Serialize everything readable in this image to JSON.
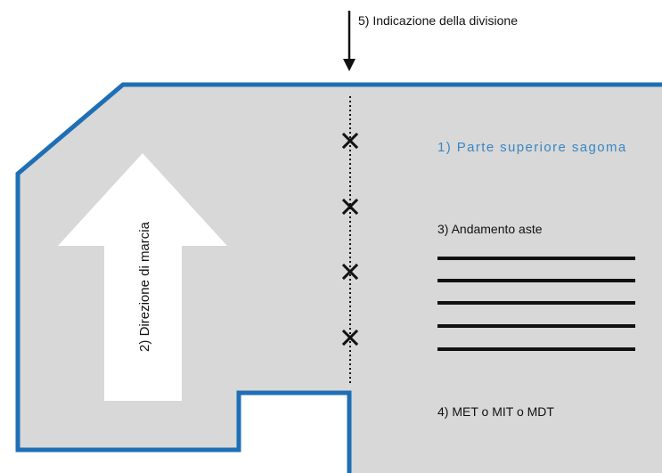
{
  "colors": {
    "panel_fill": "#d8d8d8",
    "outline_blue": "#1e6fb5",
    "label_blue": "#3a86c6",
    "arrow_fill": "#ffffff",
    "ink": "#111111"
  },
  "labels": {
    "division": "5) Indicazione della divisione",
    "upper_part": "1) Parte superiore sagoma",
    "direction": "2) Direzione di marcia",
    "bars": "3) Andamento aste",
    "met": "4) MET o MIT o MDT"
  },
  "icons": {
    "cross_marker": "x-mark-icon",
    "down_arrow": "arrow-down-icon",
    "travel_arrow": "arrow-up-icon"
  },
  "markers": {
    "count": 4
  },
  "bars": {
    "count": 5
  }
}
